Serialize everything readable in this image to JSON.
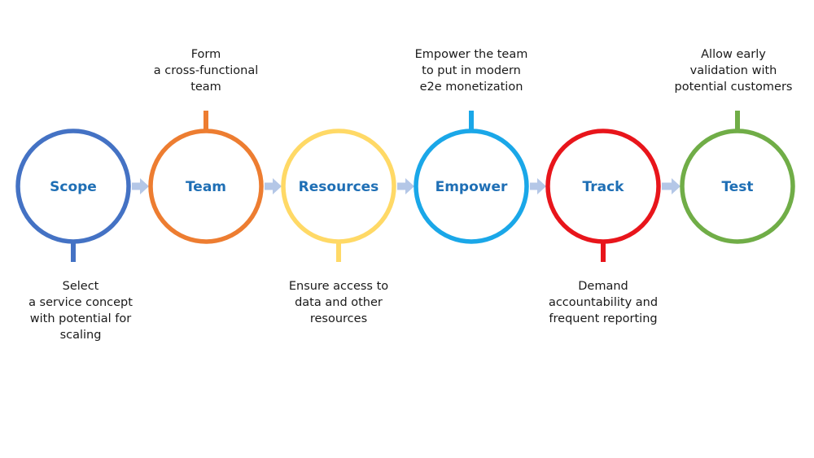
{
  "stages": [
    {
      "label": "Scope",
      "color": "#4472c4",
      "description_position": "below",
      "description": [
        "Select",
        "a service concept",
        "with potential for",
        "scaling"
      ]
    },
    {
      "label": "Team",
      "color": "#ed7d31",
      "description_position": "above",
      "description": [
        "Form",
        "a cross-functional",
        "team"
      ]
    },
    {
      "label": "Resources",
      "color": "#ffd966",
      "description_position": "below",
      "description": [
        "Ensure access to",
        "data and other",
        "resources"
      ]
    },
    {
      "label": "Empower",
      "color": "#1aa7e8",
      "description_position": "above",
      "description": [
        "Empower the team",
        "to put in modern",
        "e2e monetization"
      ]
    },
    {
      "label": "Track",
      "color": "#e8151b",
      "description_position": "below",
      "description": [
        "Demand",
        "accountability and",
        "frequent reporting"
      ]
    },
    {
      "label": "Test",
      "color": "#70ad47",
      "description_position": "above",
      "description": [
        "Allow early",
        "validation with",
        "potential customers"
      ]
    }
  ],
  "colors": {
    "label_text": "#1f6fb5",
    "arrow": "#b4c7e7",
    "description_text": "#1a1a1a"
  }
}
